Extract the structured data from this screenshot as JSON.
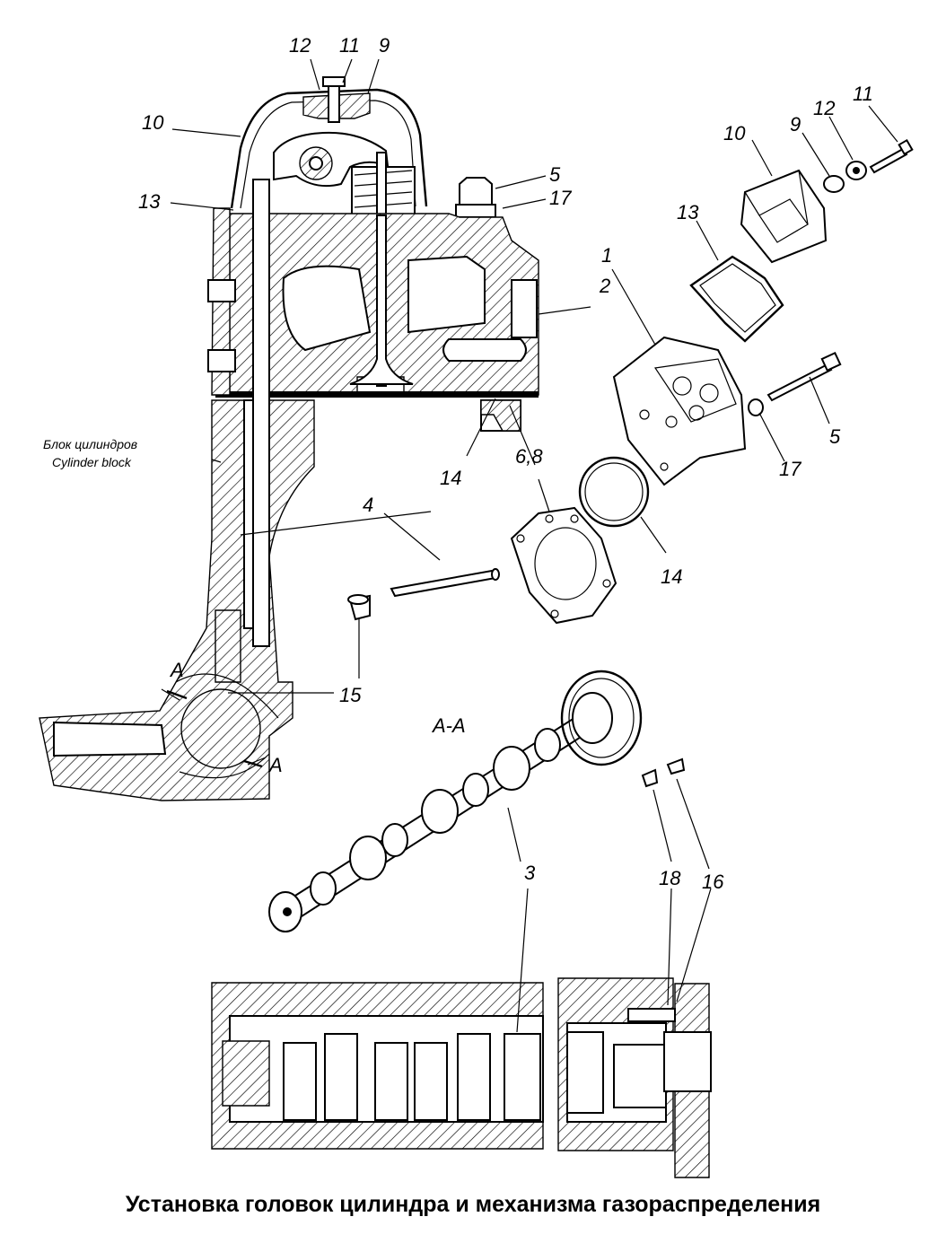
{
  "caption": "Установка головок цилиндра и механизма газораспределения",
  "block_label_ru": "Блок цилиндров",
  "block_label_en": "Cylinder block",
  "section_label": "А-А",
  "section_mark": "А",
  "callouts": {
    "top_12": "12",
    "top_11": "11",
    "top_9": "9",
    "left_10": "10",
    "left_13": "13",
    "mid_5": "5",
    "mid_17": "17",
    "mid_1": "1",
    "mid_2": "2",
    "ex_11": "11",
    "ex_12": "12",
    "ex_9": "9",
    "ex_10": "10",
    "ex_13": "13",
    "ex_5": "5",
    "ex_17": "17",
    "ex_14": "14",
    "ex_68": "6,8",
    "low_14": "14",
    "low_4": "4",
    "low_15": "15",
    "cam_3": "3",
    "cam_18": "18",
    "cam_16": "16"
  }
}
